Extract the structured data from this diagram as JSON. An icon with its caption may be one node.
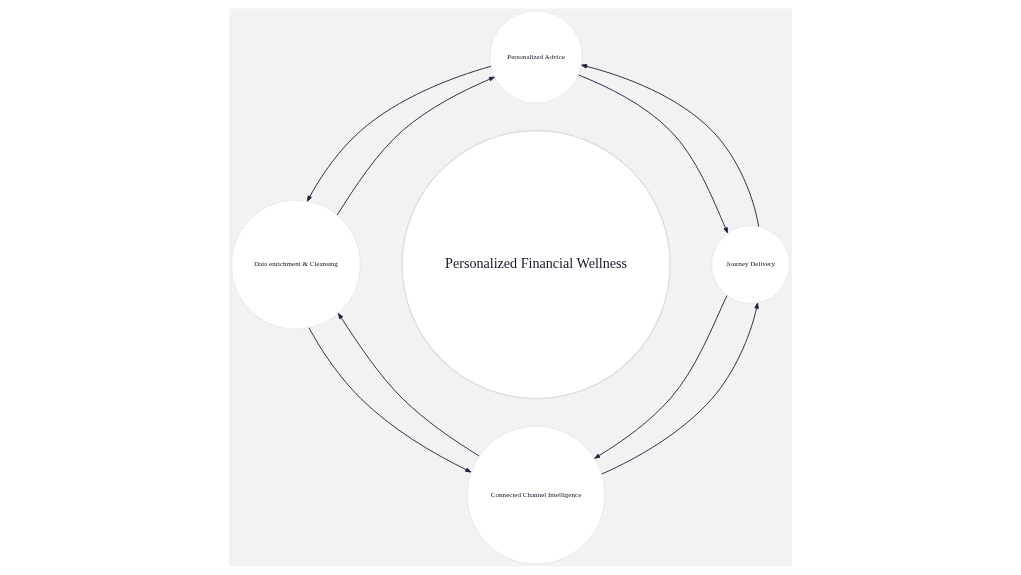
{
  "diagram": {
    "nodes": [
      {
        "text": [
          "Personalized Financial Wellness"
        ]
      },
      {
        "text": [
          "Personalized Advice"
        ]
      },
      {
        "text": [
          "Journey Delivery"
        ]
      },
      {
        "text": [
          "Connected Channel Intelligence"
        ]
      },
      {
        "text": [
          "Data enrichment & Cleansing"
        ]
      }
    ],
    "edges": [
      {
        "from": 1,
        "to": 2,
        "arrow": "to"
      },
      {
        "from": 2,
        "to": 1,
        "arrow": "to"
      },
      {
        "from": 2,
        "to": 3,
        "arrow": "to"
      },
      {
        "from": 3,
        "to": 2,
        "arrow": "to"
      },
      {
        "from": 3,
        "to": 4,
        "arrow": "to"
      },
      {
        "from": 4,
        "to": 3,
        "arrow": "to"
      },
      {
        "from": 4,
        "to": 1,
        "arrow": "to"
      },
      {
        "from": 1,
        "to": 4,
        "arrow": "to"
      }
    ]
  }
}
